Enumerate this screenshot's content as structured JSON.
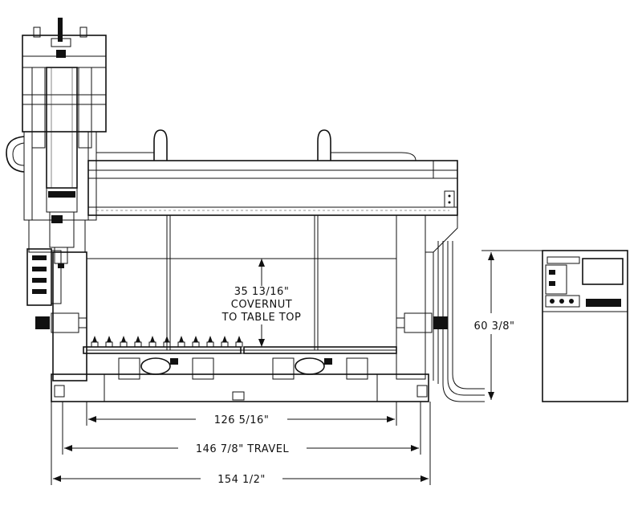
{
  "dimensions": {
    "covernut_value": "35 13/16\"",
    "covernut_line1": "COVERNUT",
    "covernut_line2": "TO TABLE TOP",
    "height": "60 3/8\"",
    "table_width": "126 5/16\"",
    "travel": "146 7/8\" TRAVEL",
    "overall": "154 1/2\""
  }
}
